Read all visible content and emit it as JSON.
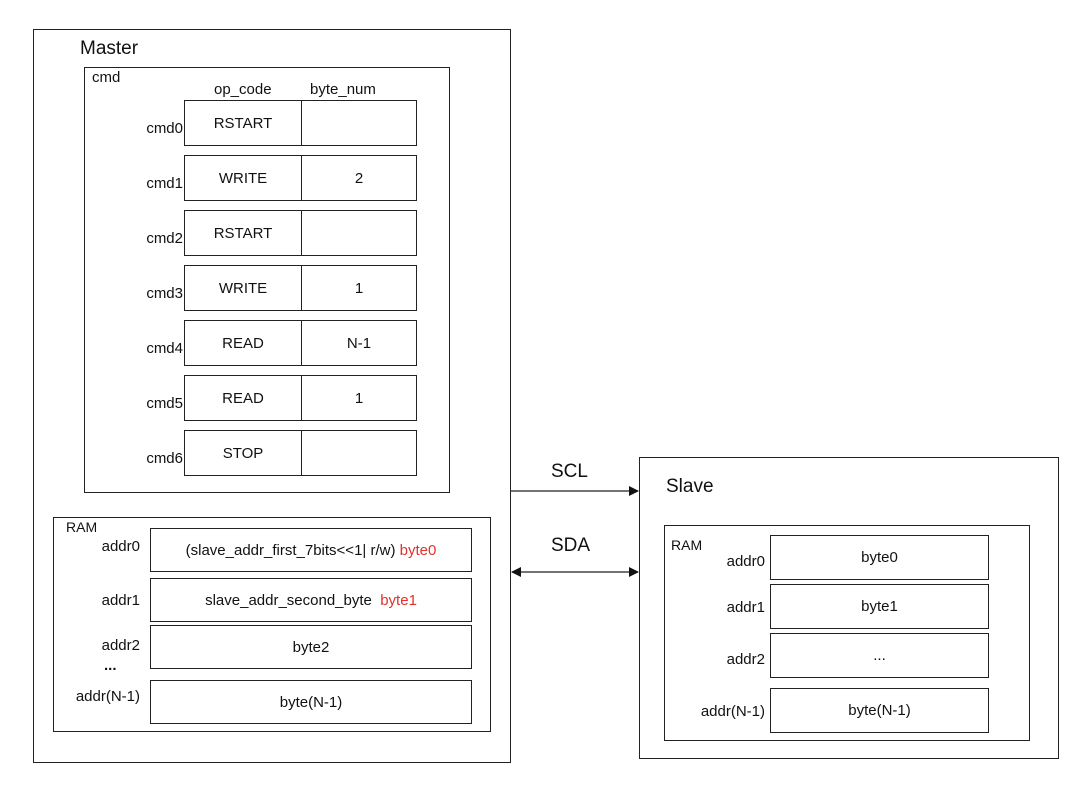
{
  "master": {
    "title": "Master",
    "cmd": {
      "label": "cmd",
      "col_opcode": "op_code",
      "col_bytenum": "byte_num",
      "rows": [
        {
          "name": "cmd0",
          "op": "RSTART",
          "num": ""
        },
        {
          "name": "cmd1",
          "op": "WRITE",
          "num": "2"
        },
        {
          "name": "cmd2",
          "op": "RSTART",
          "num": ""
        },
        {
          "name": "cmd3",
          "op": "WRITE",
          "num": "1"
        },
        {
          "name": "cmd4",
          "op": "READ",
          "num": "N-1"
        },
        {
          "name": "cmd5",
          "op": "READ",
          "num": "1"
        },
        {
          "name": "cmd6",
          "op": "STOP",
          "num": ""
        }
      ]
    },
    "ram": {
      "label": "RAM",
      "rows": [
        {
          "addr": "addr0",
          "text": "(slave_addr_first_7bits<<1| r/w)",
          "tag": "byte0"
        },
        {
          "addr": "addr1",
          "text": "slave_addr_second_byte",
          "tag": "byte1"
        },
        {
          "addr": "addr2",
          "text": "byte2",
          "tag": ""
        },
        {
          "addr": "addr(N-1)",
          "text": "byte(N-1)",
          "tag": ""
        }
      ],
      "ellipsis": "..."
    }
  },
  "bus": {
    "scl": "SCL",
    "sda": "SDA"
  },
  "slave": {
    "title": "Slave",
    "ram": {
      "label": "RAM",
      "rows": [
        {
          "addr": "addr0",
          "text": "byte0"
        },
        {
          "addr": "addr1",
          "text": "byte1"
        },
        {
          "addr": "addr2",
          "text": "..."
        },
        {
          "addr": "addr(N-1)",
          "text": "byte(N-1)"
        }
      ]
    }
  },
  "colors": {
    "highlight": "#e0322b",
    "line": "#222222"
  }
}
